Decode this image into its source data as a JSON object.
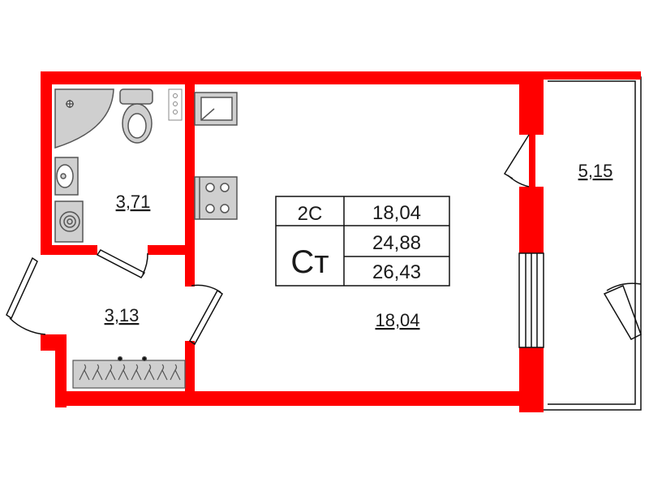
{
  "colors": {
    "wall": "#ff0000",
    "fixture_fill": "#cfcfcf",
    "fixture_stroke": "#555555",
    "line": "#111111"
  },
  "rooms": {
    "bathroom_area": "3,71",
    "hall_area": "3,13",
    "main_room_area": "18,04",
    "balcony_area": "5,15"
  },
  "info_table": {
    "rooms_code": "2С",
    "type_code": "Ст",
    "living_area": "18,04",
    "total_area": "24,88",
    "total_with_balcony": "26,43"
  },
  "icons": [
    "shower-icon",
    "toilet-icon",
    "washbasin-icon",
    "washing-machine-icon",
    "kitchen-sink-icon",
    "stove-icon",
    "wardrobe-hangers-icon"
  ]
}
